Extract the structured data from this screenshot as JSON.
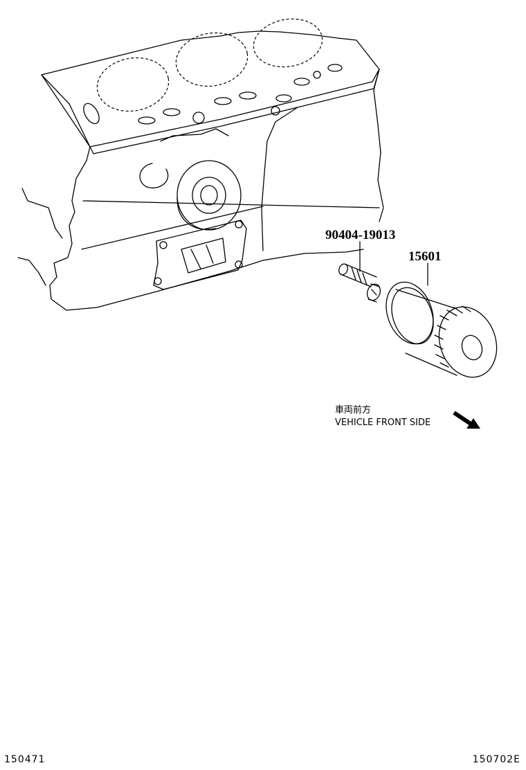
{
  "parts": {
    "union_bolt": "90404-19013",
    "oil_filter": "15601"
  },
  "direction": {
    "japanese": "車両前方",
    "english": "VEHICLE FRONT SIDE"
  },
  "footer": {
    "left_code": "150471",
    "right_code": "150702E"
  }
}
